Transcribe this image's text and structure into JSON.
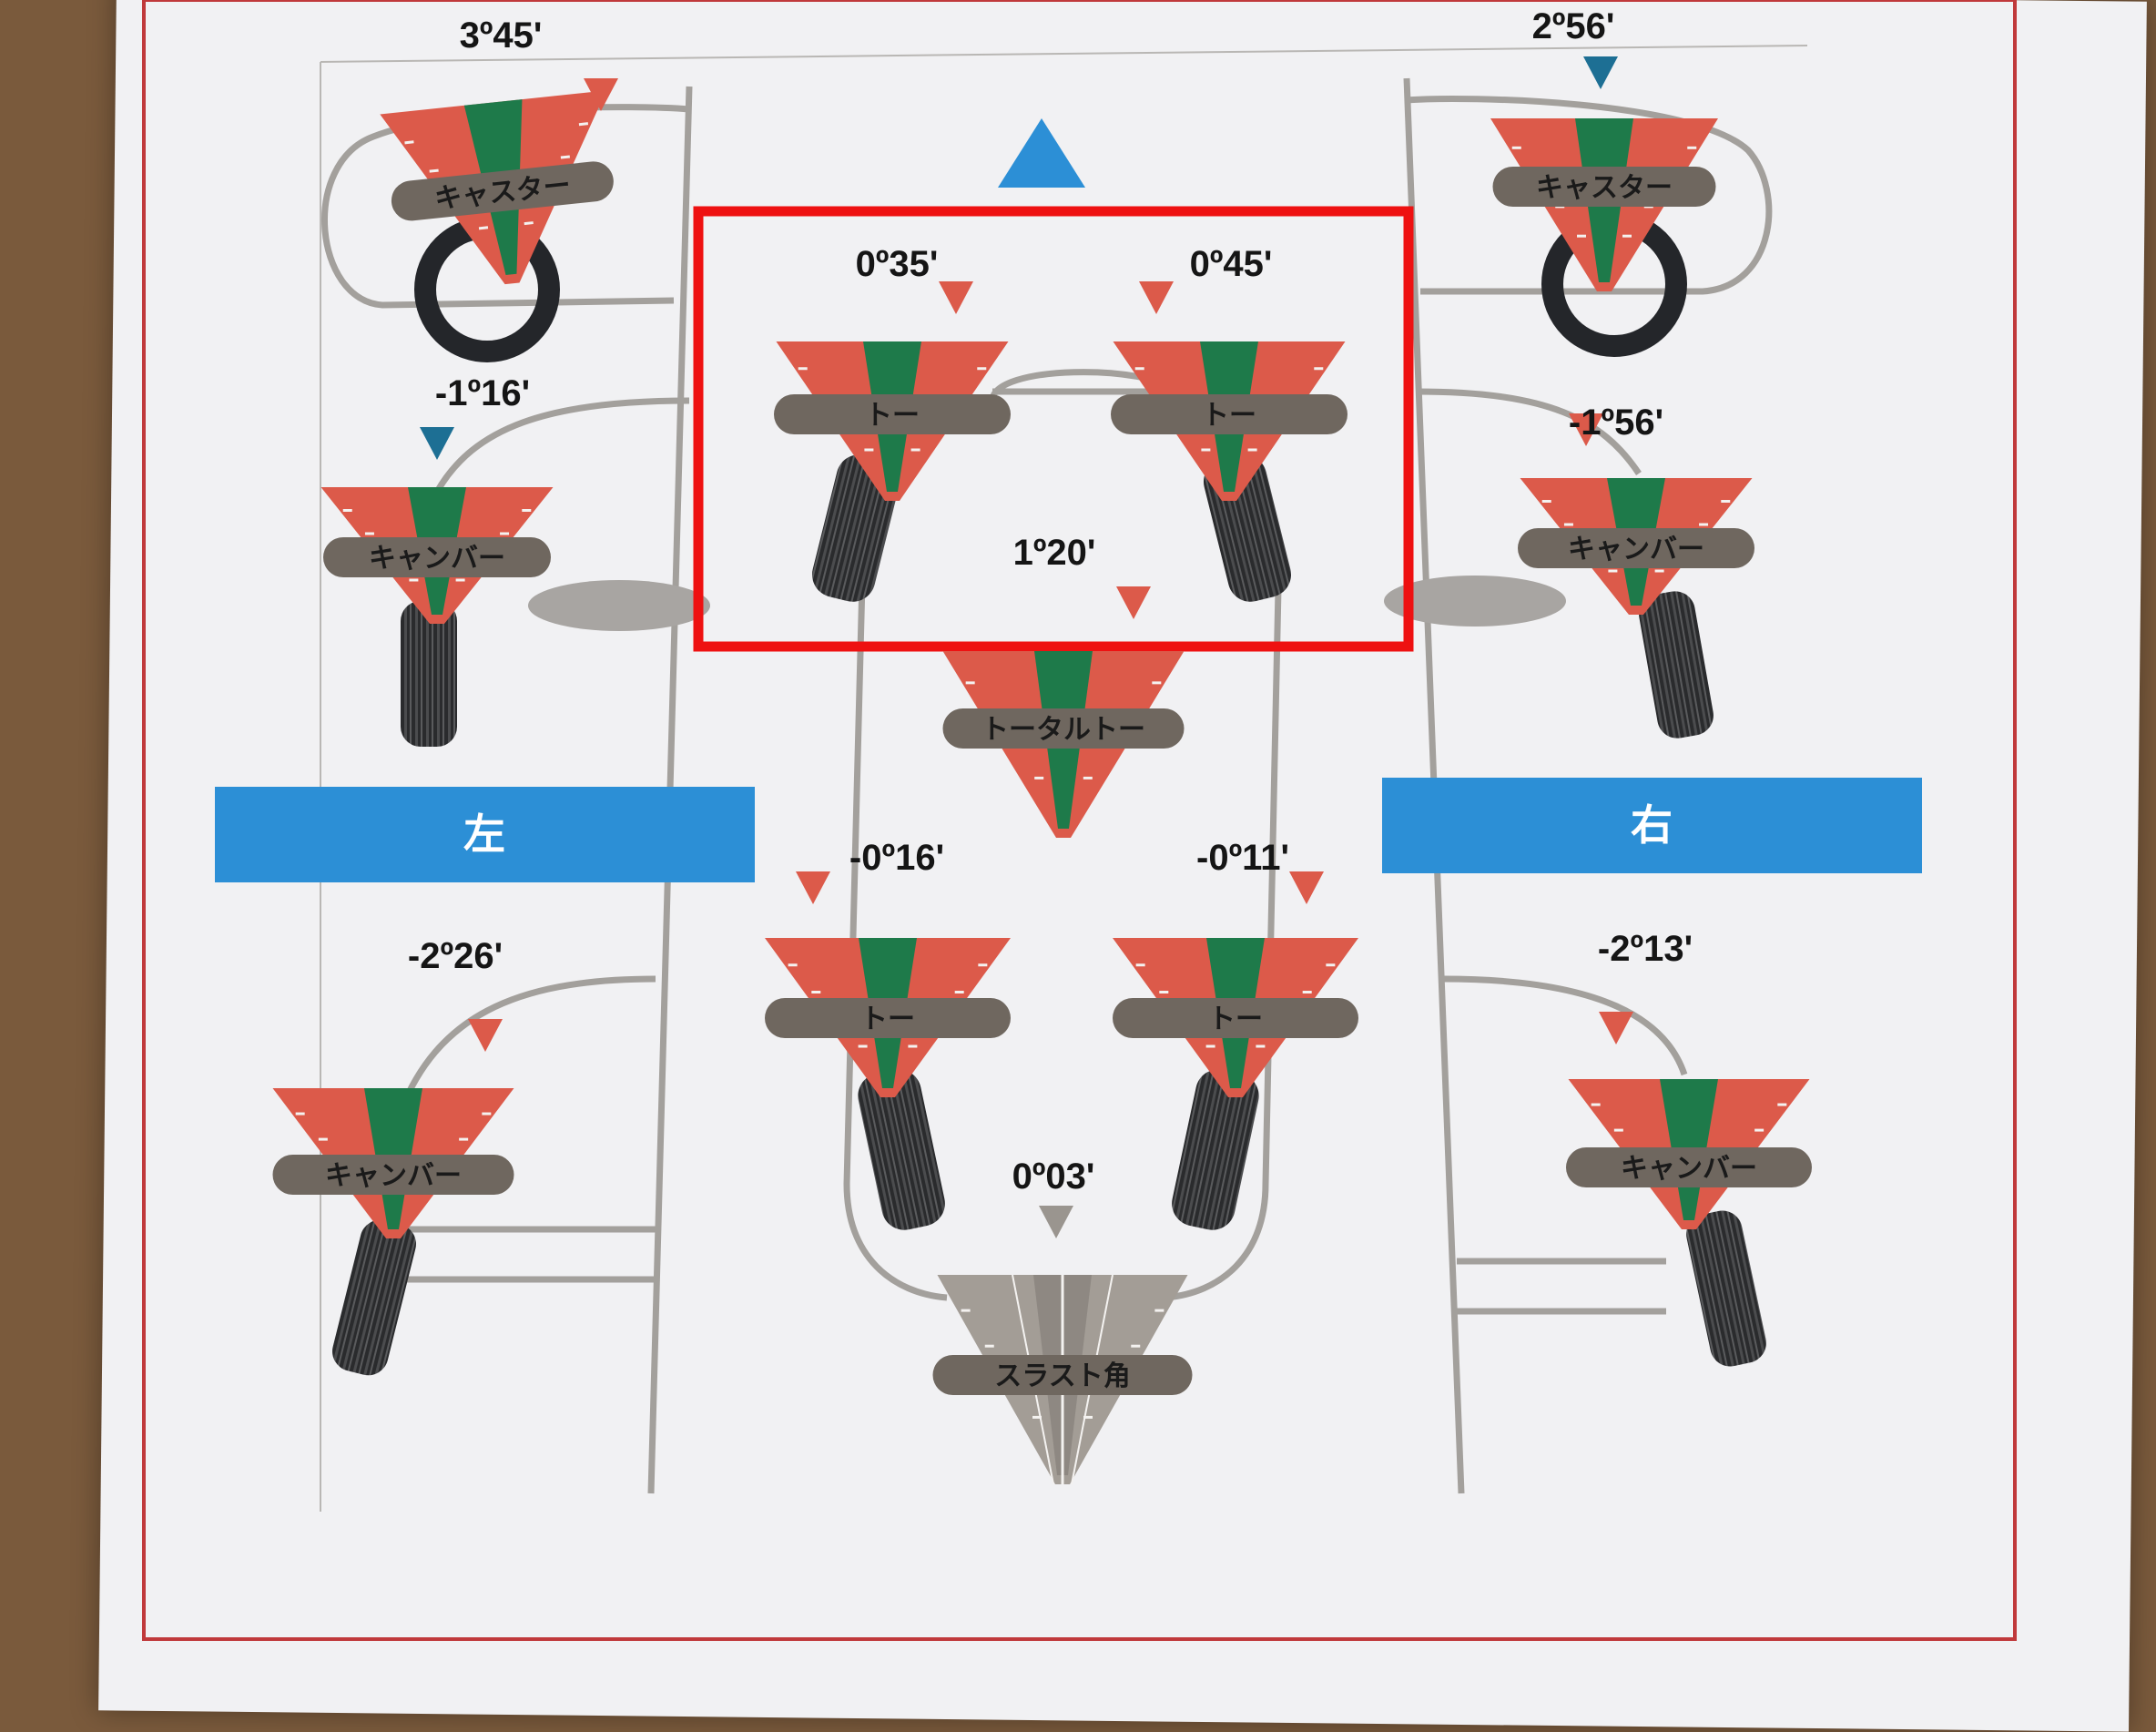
{
  "colors": {
    "gauge_red": "#dc5a4a",
    "gauge_green": "#1e7a4a",
    "plate_gray": "#6f675f",
    "thrust_gray": "#a39d96",
    "blue": "#2c8fd6",
    "highlight": "#ee1111",
    "frame_red": "#c0393b"
  },
  "direction_icon": "blue-triangle-up-icon",
  "side_labels": {
    "left": "左",
    "right": "右"
  },
  "gauges": {
    "caster_left": {
      "value": "3º45'",
      "label": "キャスター"
    },
    "caster_right": {
      "value": "2º56'",
      "label": "キャスター"
    },
    "camber_front_left": {
      "value": "-1º16'",
      "label": "キャンバー"
    },
    "camber_front_right": {
      "value": "-1º56'",
      "label": "キャンバー"
    },
    "toe_front_left": {
      "value": "0º35'",
      "label": "トー"
    },
    "toe_front_right": {
      "value": "0º45'",
      "label": "トー"
    },
    "total_toe_front": {
      "value": "1º20'",
      "label": "トータルトー"
    },
    "toe_rear_left": {
      "value": "-0º16'",
      "label": "トー"
    },
    "toe_rear_right": {
      "value": "-0º11'",
      "label": "トー"
    },
    "camber_rear_left": {
      "value": "-2º26'",
      "label": "キャンバー"
    },
    "camber_rear_right": {
      "value": "-2º13'",
      "label": "キャンバー"
    },
    "thrust_angle": {
      "value": "0º03'",
      "label": "スラスト角"
    }
  }
}
